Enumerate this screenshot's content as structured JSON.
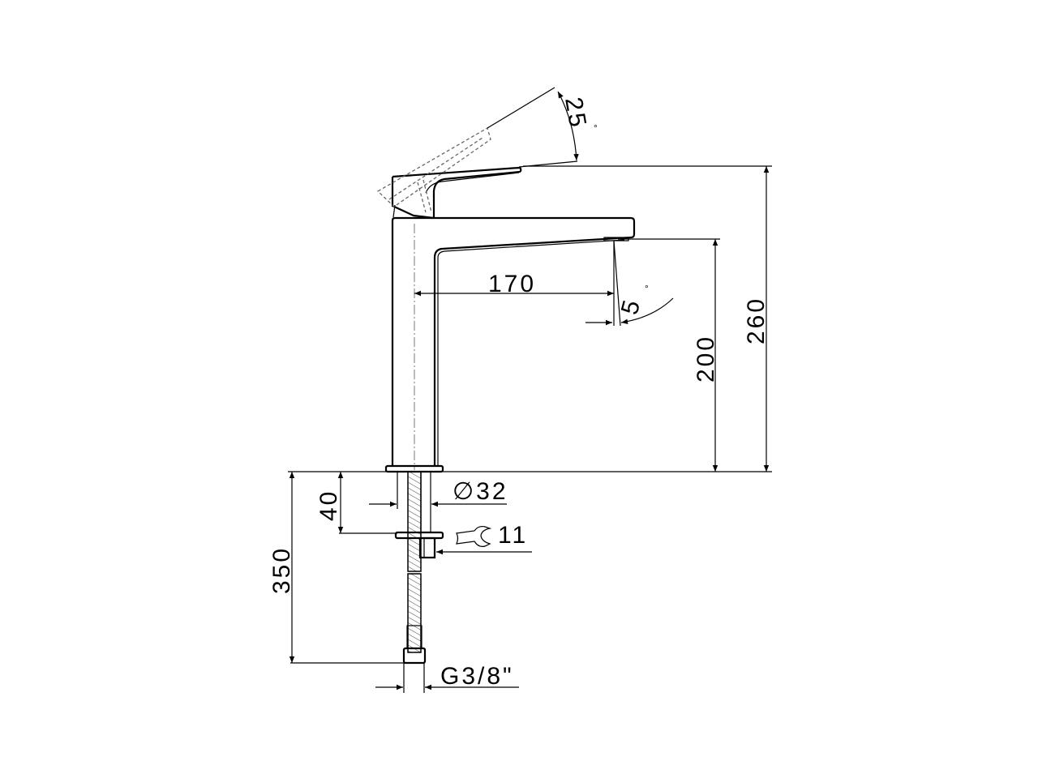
{
  "drawing": {
    "dimensions": {
      "lever_angle": "25",
      "spout_angle": "5",
      "degree_symbol": "°",
      "spout_reach": "170",
      "spout_height": "200",
      "total_height": "260",
      "base_diameter": "∅32",
      "max_deck_thickness": "40",
      "wrench_size": "11",
      "hose_length": "350",
      "connection_thread": "G3/8\""
    },
    "icons": [
      "wrench-icon"
    ],
    "line_color": "#000000"
  }
}
